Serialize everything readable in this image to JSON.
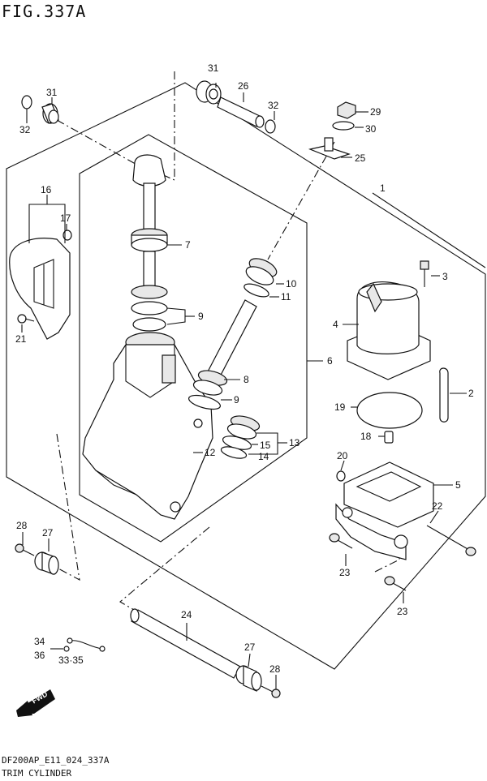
{
  "figure": {
    "title": "FIG.337A",
    "code": "DF200AP_E11_024_337A",
    "name": "TRIM CYLINDER",
    "fwd_label": "FWD"
  },
  "callouts": [
    {
      "id": "c1",
      "text": "1"
    },
    {
      "id": "c2",
      "text": "2"
    },
    {
      "id": "c3",
      "text": "3"
    },
    {
      "id": "c4",
      "text": "4"
    },
    {
      "id": "c5",
      "text": "5"
    },
    {
      "id": "c6",
      "text": "6"
    },
    {
      "id": "c7",
      "text": "7"
    },
    {
      "id": "c8",
      "text": "8"
    },
    {
      "id": "c9a",
      "text": "9"
    },
    {
      "id": "c9b",
      "text": "9"
    },
    {
      "id": "c10",
      "text": "10"
    },
    {
      "id": "c11",
      "text": "11"
    },
    {
      "id": "c12",
      "text": "12"
    },
    {
      "id": "c13",
      "text": "13"
    },
    {
      "id": "c14",
      "text": "14"
    },
    {
      "id": "c15",
      "text": "15"
    },
    {
      "id": "c16",
      "text": "16"
    },
    {
      "id": "c17",
      "text": "17"
    },
    {
      "id": "c18",
      "text": "18"
    },
    {
      "id": "c19",
      "text": "19"
    },
    {
      "id": "c20",
      "text": "20"
    },
    {
      "id": "c21",
      "text": "21"
    },
    {
      "id": "c22",
      "text": "22"
    },
    {
      "id": "c23a",
      "text": "23"
    },
    {
      "id": "c23b",
      "text": "23"
    },
    {
      "id": "c24",
      "text": "24"
    },
    {
      "id": "c25",
      "text": "25"
    },
    {
      "id": "c26",
      "text": "26"
    },
    {
      "id": "c27a",
      "text": "27"
    },
    {
      "id": "c27b",
      "text": "27"
    },
    {
      "id": "c28a",
      "text": "28"
    },
    {
      "id": "c28b",
      "text": "28"
    },
    {
      "id": "c29",
      "text": "29"
    },
    {
      "id": "c30",
      "text": "30"
    },
    {
      "id": "c31a",
      "text": "31"
    },
    {
      "id": "c31b",
      "text": "31"
    },
    {
      "id": "c32a",
      "text": "32"
    },
    {
      "id": "c32b",
      "text": "32"
    },
    {
      "id": "c33",
      "text": "33·35"
    },
    {
      "id": "c34",
      "text": "34"
    },
    {
      "id": "c36",
      "text": "36"
    }
  ]
}
